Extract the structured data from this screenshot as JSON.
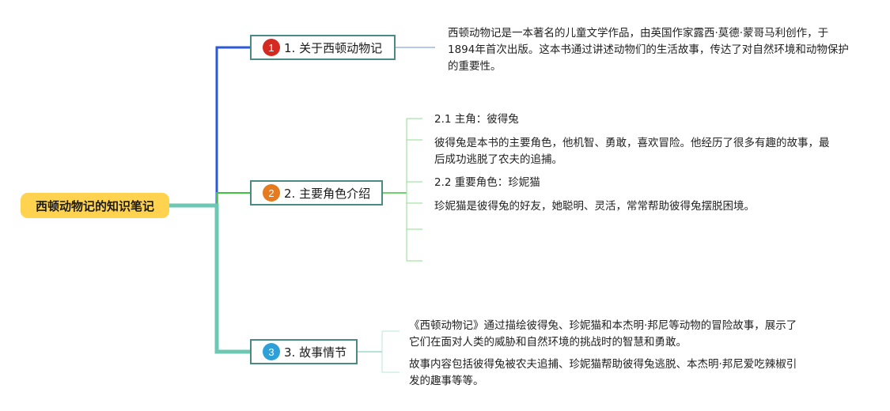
{
  "root": {
    "label": "西顿动物记的知识笔记"
  },
  "branches": [
    {
      "badge": "1",
      "badge_color": "#d42a21",
      "label": "1. 关于西顿动物记",
      "notes": [
        "西顿动物记是一本著名的儿童文学作品，由英国作家露西·莫德·蒙哥马利创作，于1894年首次出版。这本书通过讲述动物们的生活故事，传达了对自然环境和动物保护的重要性。"
      ]
    },
    {
      "badge": "2",
      "badge_color": "#e57a1f",
      "label": "2. 主要角色介绍",
      "notes": [
        "2.1 主角：彼得兔",
        "彼得兔是本书的主要角色，他机智、勇敢，喜欢冒险。他经历了很多有趣的故事，最后成功逃脱了农夫的追捕。",
        "2.2 重要角色：珍妮猫",
        "珍妮猫是彼得兔的好友，她聪明、灵活，常常帮助彼得兔摆脱困境。"
      ]
    },
    {
      "badge": "3",
      "badge_color": "#2da0d8",
      "label": "3. 故事情节",
      "notes": [
        "《西顿动物记》通过描绘彼得兔、珍妮猫和本杰明·邦尼等动物的冒险故事，展示了它们在面对人类的威胁和自然环境的挑战时的智慧和勇敢。",
        "故事内容包括彼得兔被农夫追捕、珍妮猫帮助彼得兔逃脱、本杰明·邦尼爱吃辣椒引发的趣事等等。"
      ]
    }
  ],
  "colors": {
    "root_bg": "#ffd34f",
    "branch1_line": "#2b59d9",
    "branch2_line": "#3fc43f",
    "branch3_line": "#6cc8b3",
    "node_border": "#4a8a80"
  }
}
